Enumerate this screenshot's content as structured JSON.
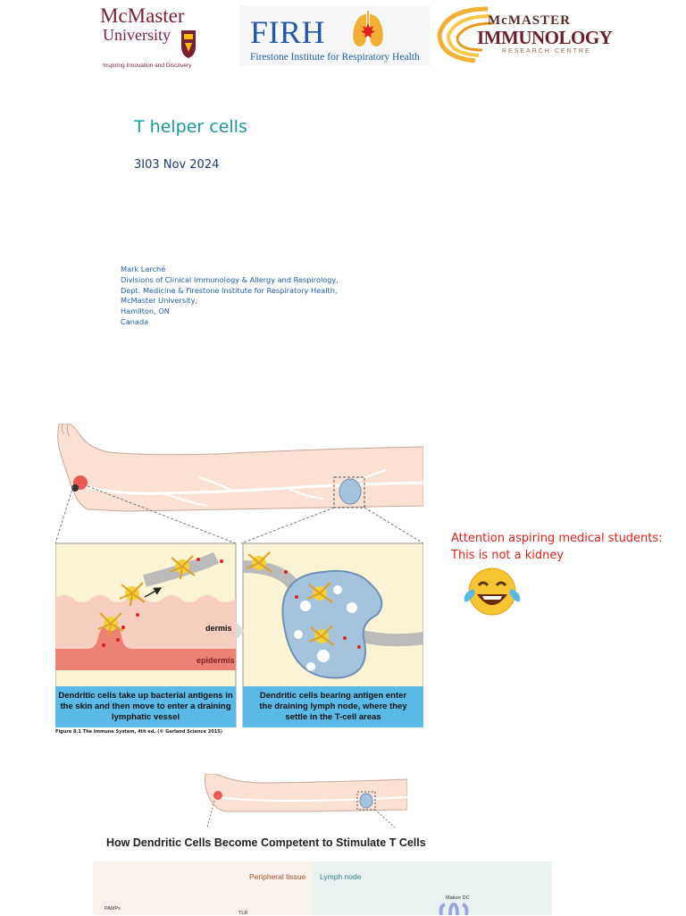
{
  "logos": {
    "mcmaster": {
      "name_line1": "McMaster",
      "name_line2": "University",
      "tagline": "Inspiring Innovation and Discovery",
      "color": "#7a1f34"
    },
    "firh": {
      "acronym": "FIRH",
      "full_name": "Firestone Institute for Respiratory Health",
      "color": "#1f5aa8"
    },
    "immunology": {
      "line1": "McMASTER",
      "line2": "IMMUNOLOGY",
      "line3": "RESEARCH CENTRE",
      "color": "#6b1f2a"
    }
  },
  "title": "T helper cells",
  "course": "3I03 Nov 2024",
  "author": {
    "lines": [
      "Mark Larché",
      "Divisions of Clinical Immunology & Allergy and Respirology,",
      "Dept. Medicine & Firestone Institute for Respiratory Health,",
      "McMaster University,",
      "Hamilton, ON",
      "Canada"
    ]
  },
  "figure1": {
    "label_dermis": "dermis",
    "label_epidermis": "epidermis",
    "caption_left": [
      "Dendritic cells take up bacterial antigens in",
      "the skin and then move to enter a draining",
      "lymphatic vessel"
    ],
    "caption_right": [
      "Dendritic cells bearing antigen enter",
      "the draining lymph node, where they",
      "settle in the T-cell areas"
    ],
    "source": "Figure 8.1  The Immune System, 4th ed. (© Garland Science 2015)"
  },
  "note": {
    "line1": "Attention aspiring medical students:",
    "line2": "This is not a kidney",
    "emoji": "face-with-tears-of-joy-icon",
    "color": "#e0201b"
  },
  "figure2": {
    "title": "How Dendritic Cells Become Competent to Stimulate T Cells",
    "label_peripheral": "Peripheral tissue",
    "label_lymph": "Lymph node",
    "label_pamps": "PAMPs",
    "label_tlr": "TLR",
    "label_mature": "Mature DC"
  }
}
